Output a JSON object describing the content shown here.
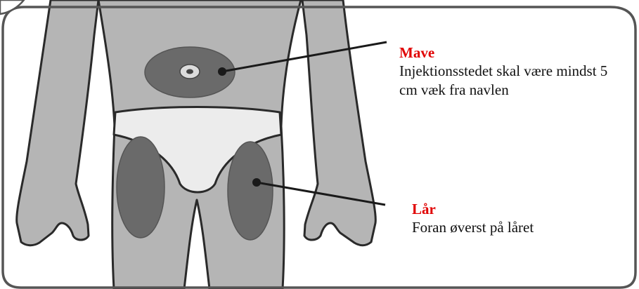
{
  "colors": {
    "label_red": "#e00000",
    "body_fill": "#b5b5b5",
    "outline": "#2a2a2a",
    "injection_zone": "#6a6a6a",
    "underwear": "#ececec",
    "frame": "#555555"
  },
  "sites": {
    "abdomen": {
      "title": "Mave",
      "description": "Injektionsstedet skal være mindst 5 cm væk fra navlen"
    },
    "thigh": {
      "title": "Lår",
      "description": "Foran øverst på låret"
    }
  }
}
